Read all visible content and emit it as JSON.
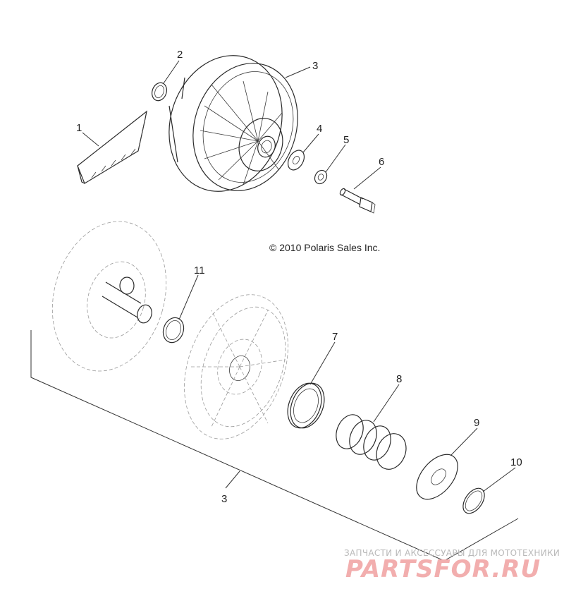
{
  "copyright": "© 2010 Polaris Sales Inc.",
  "callouts": {
    "c1": "1",
    "c2": "2",
    "c3_top": "3",
    "c4": "4",
    "c5": "5",
    "c6": "6",
    "c7": "7",
    "c8": "8",
    "c9": "9",
    "c10": "10",
    "c11": "11",
    "c3_bottom": "3"
  },
  "watermark": {
    "subtitle": "ЗАПЧАСТИ И АКСЕССУАРЫ ДЛЯ МОТОТЕХНИКИ",
    "brand": "PARTSFOR.RU"
  },
  "colors": {
    "line": "#2a2a2a",
    "watermark_brand": "#f2aeae",
    "watermark_sub": "#b9b9b9"
  }
}
